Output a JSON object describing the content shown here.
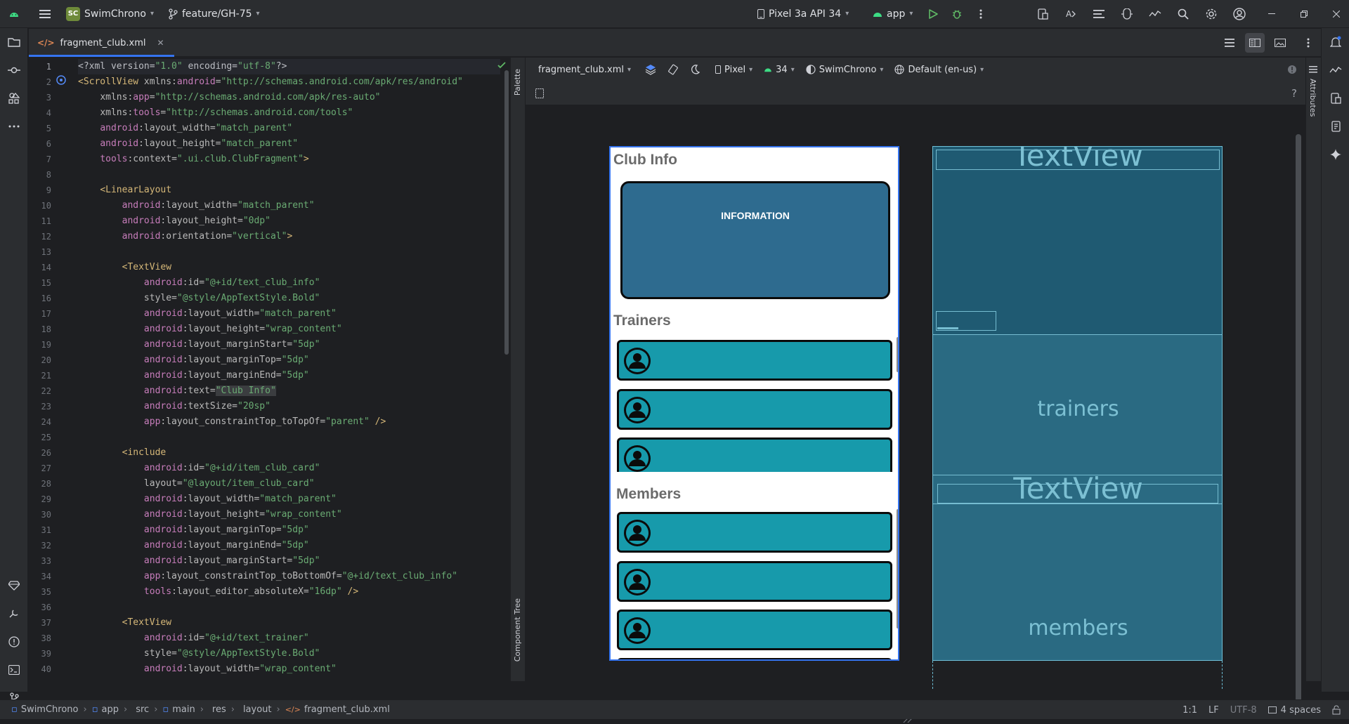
{
  "topbar": {
    "project_badge": "SC",
    "project_name": "SwimChrono",
    "branch": "feature/GH-75",
    "device": "Pixel 3a API 34",
    "run_config": "app"
  },
  "tab": {
    "file_name": "fragment_club.xml"
  },
  "editor": {
    "line_numbers": [
      "1",
      "2",
      "3",
      "4",
      "5",
      "6",
      "7",
      "8",
      "9",
      "10",
      "11",
      "12",
      "13",
      "14",
      "15",
      "16",
      "17",
      "18",
      "19",
      "20",
      "21",
      "22",
      "23",
      "24",
      "25",
      "26",
      "27",
      "28",
      "29",
      "30",
      "31",
      "32",
      "33",
      "34",
      "35",
      "36",
      "37",
      "38",
      "39",
      "40"
    ],
    "lines": [
      [
        [
          "plain",
          "<?xml version="
        ],
        [
          "val",
          "\"1.0\""
        ],
        [
          "plain",
          " encoding="
        ],
        [
          "val",
          "\"utf-8\""
        ],
        [
          "plain",
          "?>"
        ]
      ],
      [
        [
          "tag",
          "<ScrollView "
        ],
        [
          "attr",
          "xmlns:"
        ],
        [
          "ns",
          "android"
        ],
        [
          "attr",
          "="
        ],
        [
          "val",
          "\"http://schemas.android.com/apk/res/android\""
        ]
      ],
      [
        [
          "plain",
          "    "
        ],
        [
          "attr",
          "xmlns:"
        ],
        [
          "ns",
          "app"
        ],
        [
          "attr",
          "="
        ],
        [
          "val",
          "\"http://schemas.android.com/apk/res-auto\""
        ]
      ],
      [
        [
          "plain",
          "    "
        ],
        [
          "attr",
          "xmlns:"
        ],
        [
          "ns",
          "tools"
        ],
        [
          "attr",
          "="
        ],
        [
          "val",
          "\"http://schemas.android.com/tools\""
        ]
      ],
      [
        [
          "plain",
          "    "
        ],
        [
          "ns",
          "android"
        ],
        [
          "attr",
          ":layout_width="
        ],
        [
          "val",
          "\"match_parent\""
        ]
      ],
      [
        [
          "plain",
          "    "
        ],
        [
          "ns",
          "android"
        ],
        [
          "attr",
          ":layout_height="
        ],
        [
          "val",
          "\"match_parent\""
        ]
      ],
      [
        [
          "plain",
          "    "
        ],
        [
          "ns",
          "tools"
        ],
        [
          "attr",
          ":context="
        ],
        [
          "val",
          "\".ui.club.ClubFragment\""
        ],
        [
          "tag",
          ">"
        ]
      ],
      [
        [
          "plain",
          ""
        ]
      ],
      [
        [
          "plain",
          "    "
        ],
        [
          "tag",
          "<LinearLayout"
        ]
      ],
      [
        [
          "plain",
          "        "
        ],
        [
          "ns",
          "android"
        ],
        [
          "attr",
          ":layout_width="
        ],
        [
          "val",
          "\"match_parent\""
        ]
      ],
      [
        [
          "plain",
          "        "
        ],
        [
          "ns",
          "android"
        ],
        [
          "attr",
          ":layout_height="
        ],
        [
          "val",
          "\"0dp\""
        ]
      ],
      [
        [
          "plain",
          "        "
        ],
        [
          "ns",
          "android"
        ],
        [
          "attr",
          ":orientation="
        ],
        [
          "val",
          "\"vertical\""
        ],
        [
          "tag",
          ">"
        ]
      ],
      [
        [
          "plain",
          ""
        ]
      ],
      [
        [
          "plain",
          "        "
        ],
        [
          "tag",
          "<TextView"
        ]
      ],
      [
        [
          "plain",
          "            "
        ],
        [
          "ns",
          "android"
        ],
        [
          "attr",
          ":id="
        ],
        [
          "val",
          "\"@+id/text_club_info\""
        ]
      ],
      [
        [
          "plain",
          "            "
        ],
        [
          "attr",
          "style="
        ],
        [
          "val",
          "\"@style/AppTextStyle.Bold\""
        ]
      ],
      [
        [
          "plain",
          "            "
        ],
        [
          "ns",
          "android"
        ],
        [
          "attr",
          ":layout_width="
        ],
        [
          "val",
          "\"match_parent\""
        ]
      ],
      [
        [
          "plain",
          "            "
        ],
        [
          "ns",
          "android"
        ],
        [
          "attr",
          ":layout_height="
        ],
        [
          "val",
          "\"wrap_content\""
        ]
      ],
      [
        [
          "plain",
          "            "
        ],
        [
          "ns",
          "android"
        ],
        [
          "attr",
          ":layout_marginStart="
        ],
        [
          "val",
          "\"5dp\""
        ]
      ],
      [
        [
          "plain",
          "            "
        ],
        [
          "ns",
          "android"
        ],
        [
          "attr",
          ":layout_marginTop="
        ],
        [
          "val",
          "\"5dp\""
        ]
      ],
      [
        [
          "plain",
          "            "
        ],
        [
          "ns",
          "android"
        ],
        [
          "attr",
          ":layout_marginEnd="
        ],
        [
          "val",
          "\"5dp\""
        ]
      ],
      [
        [
          "plain",
          "            "
        ],
        [
          "ns",
          "android"
        ],
        [
          "attr",
          ":text="
        ],
        [
          "hl",
          "\"Club Info\""
        ]
      ],
      [
        [
          "plain",
          "            "
        ],
        [
          "ns",
          "android"
        ],
        [
          "attr",
          ":textSize="
        ],
        [
          "val",
          "\"20sp\""
        ]
      ],
      [
        [
          "plain",
          "            "
        ],
        [
          "ns",
          "app"
        ],
        [
          "attr",
          ":layout_constraintTop_toTopOf="
        ],
        [
          "val",
          "\"parent\""
        ],
        [
          "tag",
          " />"
        ]
      ],
      [
        [
          "plain",
          ""
        ]
      ],
      [
        [
          "plain",
          "        "
        ],
        [
          "tag",
          "<include"
        ]
      ],
      [
        [
          "plain",
          "            "
        ],
        [
          "ns",
          "android"
        ],
        [
          "attr",
          ":id="
        ],
        [
          "val",
          "\"@+id/item_club_card\""
        ]
      ],
      [
        [
          "plain",
          "            "
        ],
        [
          "attr",
          "layout="
        ],
        [
          "val",
          "\"@layout/item_club_card\""
        ]
      ],
      [
        [
          "plain",
          "            "
        ],
        [
          "ns",
          "android"
        ],
        [
          "attr",
          ":layout_width="
        ],
        [
          "val",
          "\"match_parent\""
        ]
      ],
      [
        [
          "plain",
          "            "
        ],
        [
          "ns",
          "android"
        ],
        [
          "attr",
          ":layout_height="
        ],
        [
          "val",
          "\"wrap_content\""
        ]
      ],
      [
        [
          "plain",
          "            "
        ],
        [
          "ns",
          "android"
        ],
        [
          "attr",
          ":layout_marginTop="
        ],
        [
          "val",
          "\"5dp\""
        ]
      ],
      [
        [
          "plain",
          "            "
        ],
        [
          "ns",
          "android"
        ],
        [
          "attr",
          ":layout_marginEnd="
        ],
        [
          "val",
          "\"5dp\""
        ]
      ],
      [
        [
          "plain",
          "            "
        ],
        [
          "ns",
          "android"
        ],
        [
          "attr",
          ":layout_marginStart="
        ],
        [
          "val",
          "\"5dp\""
        ]
      ],
      [
        [
          "plain",
          "            "
        ],
        [
          "ns",
          "app"
        ],
        [
          "attr",
          ":layout_constraintTop_toBottomOf="
        ],
        [
          "val",
          "\"@+id/text_club_info\""
        ]
      ],
      [
        [
          "plain",
          "            "
        ],
        [
          "ns",
          "tools"
        ],
        [
          "attr",
          ":layout_editor_absoluteX="
        ],
        [
          "val",
          "\"16dp\""
        ],
        [
          "tag",
          " />"
        ]
      ],
      [
        [
          "plain",
          ""
        ]
      ],
      [
        [
          "plain",
          "        "
        ],
        [
          "tag",
          "<TextView"
        ]
      ],
      [
        [
          "plain",
          "            "
        ],
        [
          "ns",
          "android"
        ],
        [
          "attr",
          ":id="
        ],
        [
          "val",
          "\"@+id/text_trainer\""
        ]
      ],
      [
        [
          "plain",
          "            "
        ],
        [
          "attr",
          "style="
        ],
        [
          "val",
          "\"@style/AppTextStyle.Bold\""
        ]
      ],
      [
        [
          "plain",
          "            "
        ],
        [
          "ns",
          "android"
        ],
        [
          "attr",
          ":layout_width="
        ],
        [
          "val",
          "\"wrap_content\""
        ]
      ]
    ]
  },
  "side_labels": {
    "palette": "Palette",
    "component_tree": "Component Tree",
    "attributes": "Attributes"
  },
  "design_toolbar": {
    "file": "fragment_club.xml",
    "device": "Pixel",
    "api": "34",
    "theme": "SwimChrono",
    "locale": "Default (en-us)"
  },
  "preview": {
    "club_info_title": "Club Info",
    "info_card_label": "INFORMATION",
    "trainers_title": "Trainers",
    "members_title": "Members"
  },
  "blueprint": {
    "textview_1": "TextView",
    "trainers": "trainers",
    "textview_2": "TextView",
    "members": "members"
  },
  "statusbar": {
    "crumbs": [
      "SwimChrono",
      "app",
      "src",
      "main",
      "res",
      "layout",
      "fragment_club.xml"
    ],
    "position": "1:1",
    "line_sep": "LF",
    "encoding": "UTF-8",
    "indent": "4 spaces"
  },
  "colors": {
    "accent": "#3574f0",
    "info_card": "#2e6b8f",
    "person_card": "#179aab",
    "blueprint": "#1b5870"
  }
}
